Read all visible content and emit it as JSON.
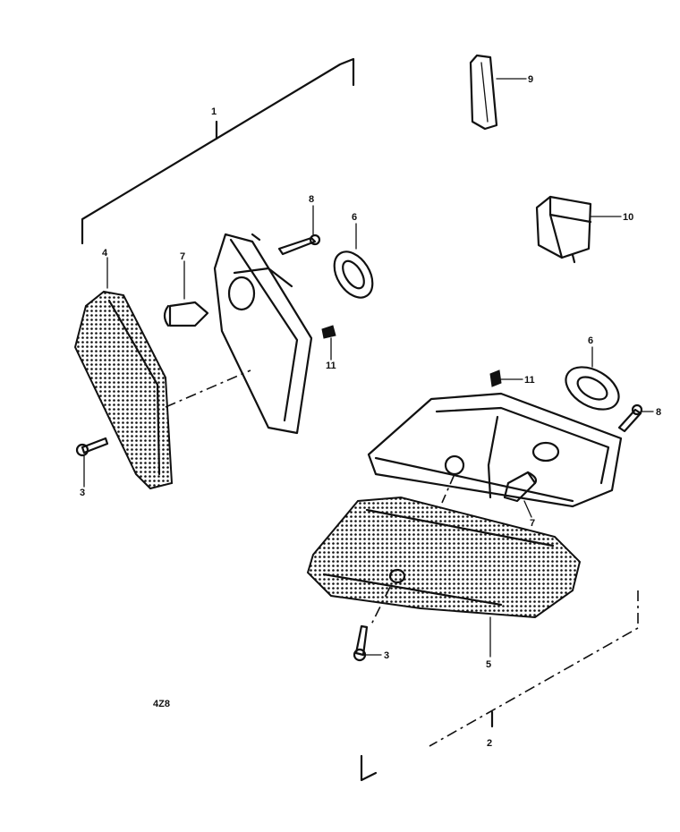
{
  "colors": {
    "ink": "#111111",
    "paper": "#ffffff"
  },
  "callouts": {
    "c1": "1",
    "c2": "2",
    "c3a": "3",
    "c3b": "3",
    "c4": "4",
    "c5": "5",
    "c6a": "6",
    "c6b": "6",
    "c7a": "7",
    "c7b": "7",
    "c8a": "8",
    "c8b": "8",
    "c9": "9",
    "c10": "10",
    "c11a": "11",
    "c11b": "11"
  },
  "stamp": "4Z8"
}
